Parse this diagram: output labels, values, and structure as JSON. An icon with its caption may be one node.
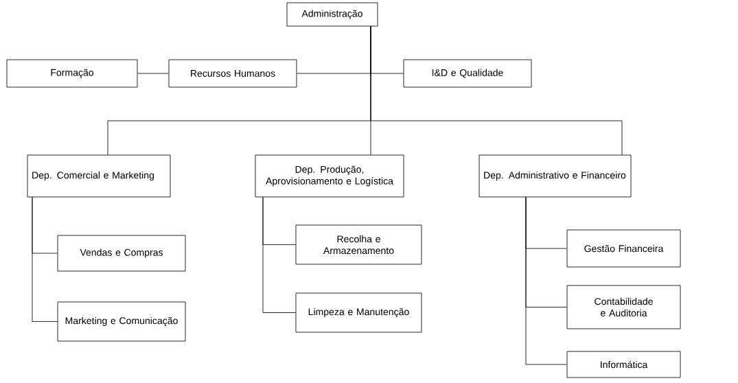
{
  "diagram": {
    "nodes": [
      {
        "text": [
          "Administração"
        ]
      },
      {
        "text": [
          "Formação"
        ]
      },
      {
        "text": [
          "Recursos Humanos"
        ]
      },
      {
        "text": [
          "I&D e Qualidade"
        ]
      },
      {
        "text": [
          "Dep. Comercial e Marketing"
        ]
      },
      {
        "text": [
          "Dep. Produção, Aprovisionamento e Logística"
        ]
      },
      {
        "text": [
          "Dep. Administrativo e Financeiro"
        ]
      },
      {
        "text": [
          "Vendas e Compras"
        ]
      },
      {
        "text": [
          "Marketing e Comunicação"
        ]
      },
      {
        "text": [
          "Recolha e Armazenamento"
        ]
      },
      {
        "text": [
          "Limpeza e Manutenção"
        ]
      },
      {
        "text": [
          "Gestão Financeira"
        ]
      },
      {
        "text": [
          "Contabilidade e Auditoria"
        ]
      },
      {
        "text": [
          "Informática"
        ]
      }
    ],
    "edges": [
      {
        "from": 0,
        "to": 2,
        "arrow": "none"
      },
      {
        "from": 0,
        "to": 3,
        "arrow": "none"
      },
      {
        "from": 2,
        "to": 1,
        "arrow": "none"
      },
      {
        "from": 0,
        "to": 4,
        "arrow": "none"
      },
      {
        "from": 0,
        "to": 5,
        "arrow": "none"
      },
      {
        "from": 0,
        "to": 6,
        "arrow": "none"
      },
      {
        "from": 4,
        "to": 7,
        "arrow": "none"
      },
      {
        "from": 4,
        "to": 8,
        "arrow": "none"
      },
      {
        "from": 5,
        "to": 9,
        "arrow": "none"
      },
      {
        "from": 5,
        "to": 10,
        "arrow": "none"
      },
      {
        "from": 6,
        "to": 11,
        "arrow": "none"
      },
      {
        "from": 6,
        "to": 12,
        "arrow": "none"
      },
      {
        "from": 6,
        "to": 13,
        "arrow": "none"
      }
    ]
  }
}
